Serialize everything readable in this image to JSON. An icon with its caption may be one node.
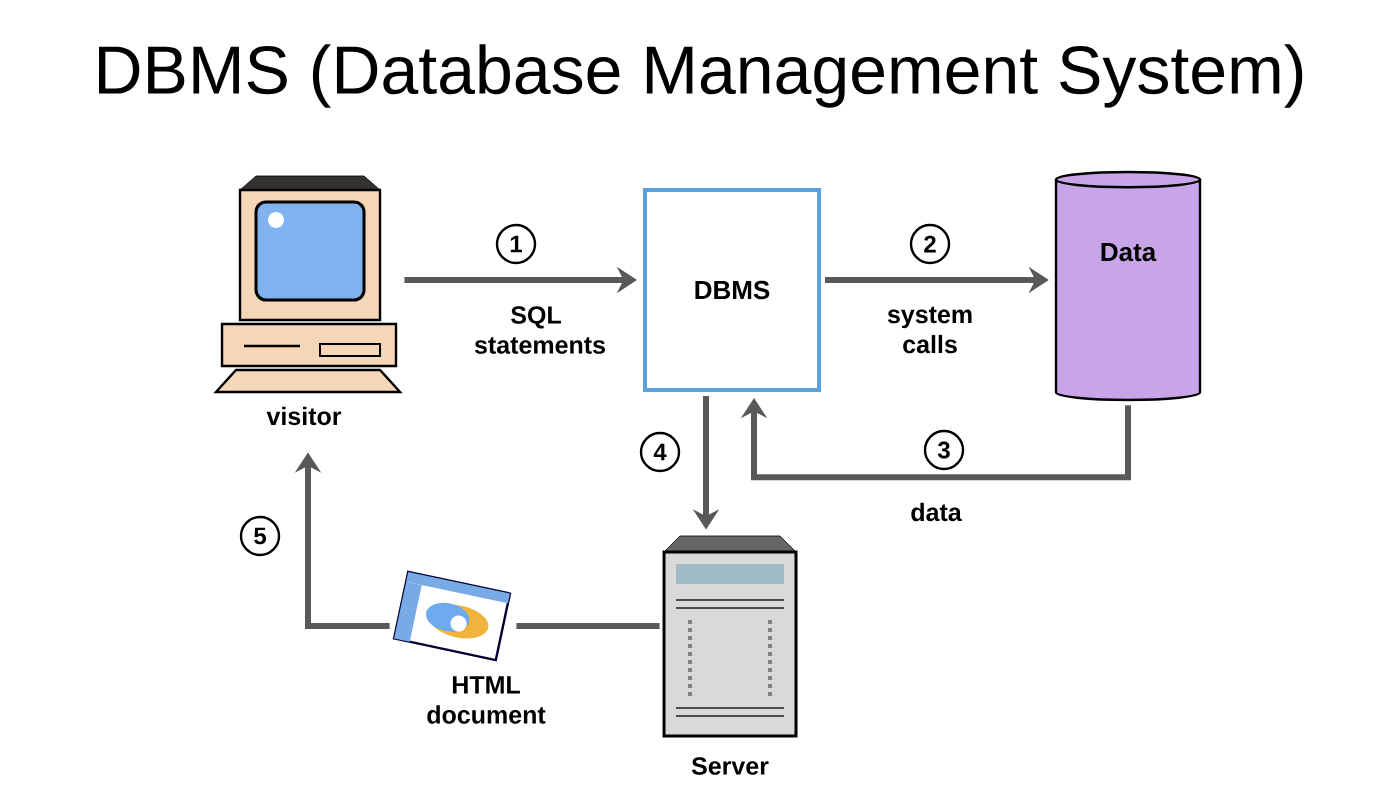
{
  "diagram": {
    "title": "DBMS (Database Management System)",
    "nodes": [
      {
        "text": [],
        "shape": "picture",
        "beside": [
          "visitor"
        ]
      },
      {
        "text": [
          "DBMS"
        ]
      },
      {
        "text": [
          "Data"
        ]
      },
      {
        "text": [],
        "shape": "picture",
        "beside": [
          "Server"
        ]
      },
      {
        "text": [],
        "shape": "picture",
        "beside": [
          "HTML document"
        ]
      }
    ],
    "edges": [
      {
        "from": 0,
        "to": 1,
        "arrow": "to",
        "label": "SQL statements"
      },
      {
        "from": 1,
        "to": 2,
        "arrow": "to",
        "label": "system calls"
      },
      {
        "from": 2,
        "to": 1,
        "arrow": "to",
        "label": "data"
      },
      {
        "from": 1,
        "to": 3,
        "arrow": "to"
      },
      {
        "from": 3,
        "to": 4,
        "arrow": "none"
      },
      {
        "from": 4,
        "to": 0,
        "arrow": "to"
      }
    ],
    "labels": [
      "1",
      "2",
      "3",
      "4",
      "5"
    ]
  }
}
